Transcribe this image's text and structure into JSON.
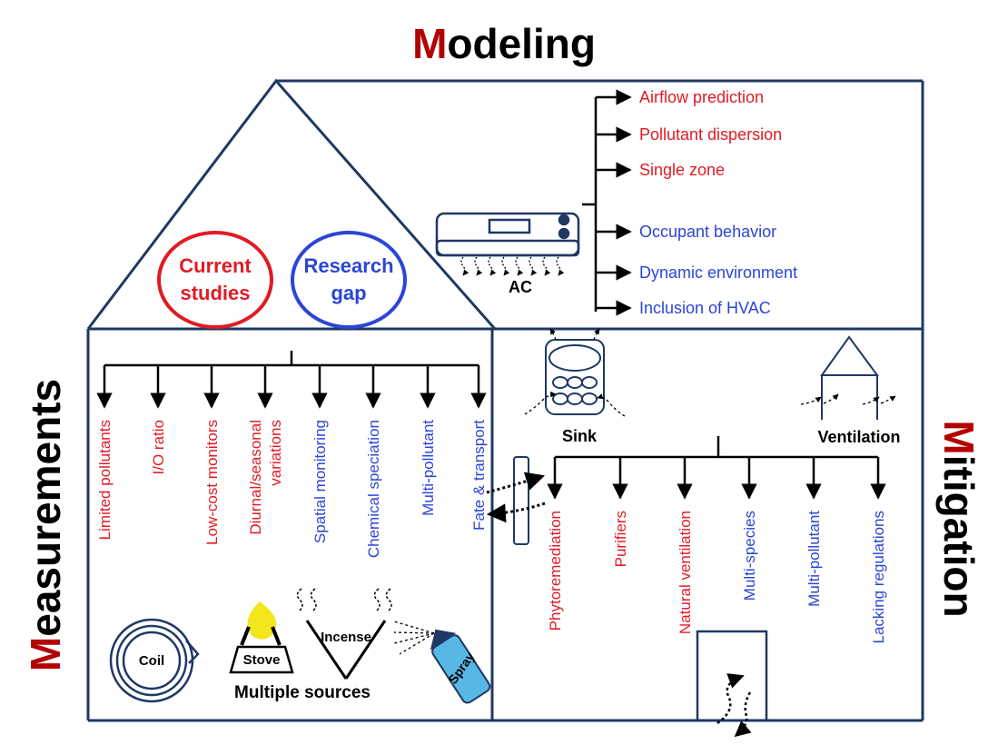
{
  "titles": {
    "modeling": {
      "first": "M",
      "rest": "odeling"
    },
    "measurements": {
      "first": "M",
      "rest": "easurements"
    },
    "mitigation": {
      "first": "M",
      "rest": "itigation"
    }
  },
  "roof": {
    "current": [
      "Current",
      "studies"
    ],
    "gap": [
      "Research",
      "gap"
    ]
  },
  "modeling_items": [
    {
      "label": "Airflow prediction",
      "kind": "current"
    },
    {
      "label": "Pollutant dispersion",
      "kind": "current"
    },
    {
      "label": "Single zone",
      "kind": "current"
    },
    {
      "label": "Occupant behavior",
      "kind": "gap"
    },
    {
      "label": "Dynamic environment",
      "kind": "gap"
    },
    {
      "label": "Inclusion of HVAC",
      "kind": "gap"
    }
  ],
  "ac_label": "AC",
  "measurement_items": [
    {
      "lines": [
        "Limited pollutants"
      ],
      "kind": "current"
    },
    {
      "lines": [
        "I/O ratio"
      ],
      "kind": "current"
    },
    {
      "lines": [
        "Low-cost monitors"
      ],
      "kind": "current"
    },
    {
      "lines": [
        "Diurnal/seasonal",
        "variations"
      ],
      "kind": "current"
    },
    {
      "lines": [
        "Spatial monitoring"
      ],
      "kind": "gap"
    },
    {
      "lines": [
        "Chemical speciation"
      ],
      "kind": "gap"
    },
    {
      "lines": [
        "Multi-pollutant"
      ],
      "kind": "gap"
    },
    {
      "lines": [
        "Fate & transport"
      ],
      "kind": "gap"
    }
  ],
  "sources": {
    "coil": "Coil",
    "stove": "Stove",
    "incense": "Incense",
    "spray": "Spray",
    "caption": "Multiple sources"
  },
  "sink_label": "Sink",
  "ventilation_label": "Ventilation",
  "mitigation_items": [
    {
      "label": "Phytoremediation",
      "kind": "current"
    },
    {
      "label": "Purifiers",
      "kind": "current"
    },
    {
      "label": "Natural ventilation",
      "kind": "current"
    },
    {
      "label": "Multi-species",
      "kind": "gap"
    },
    {
      "label": "Multi-pollutant",
      "kind": "gap"
    },
    {
      "label": "Lacking regulations",
      "kind": "gap"
    }
  ],
  "colors": {
    "current": "#e01b24",
    "gap": "#2b45d6",
    "outline": "#1f3864",
    "accent": "#b30000"
  }
}
